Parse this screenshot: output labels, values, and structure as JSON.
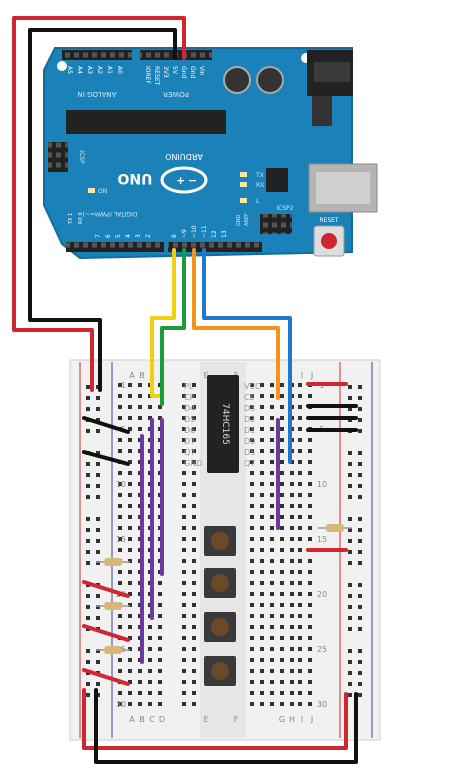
{
  "arduino": {
    "brand": "ARDUINO",
    "model": "UNO",
    "analog_header": "ANALOG IN",
    "power_header": "POWER",
    "digital_header": "DIGITAL (PWM=~)",
    "icsp_label": "ICSP",
    "icsp2_label": "ICSP2",
    "reset_label": "RESET",
    "tx_label": "TX",
    "rx_label": "RX",
    "l_label": "L",
    "on_label": "ON",
    "aref_label": "AREF",
    "gnd_label": "GND",
    "power_pins": [
      "Vin",
      "Gnd",
      "Gnd",
      "5V",
      "3V3",
      "RESET",
      "IOREF"
    ],
    "analog_pins": [
      "A5",
      "A4",
      "A3",
      "A2",
      "A1",
      "A0"
    ],
    "digital_pins_left": [
      "TX 1",
      "RX 0"
    ],
    "digital_pins_low": [
      "7",
      "6",
      "5",
      "4",
      "3",
      "2"
    ],
    "digital_pins_high": [
      "8",
      "~9",
      "~10",
      "~11",
      "12",
      "13"
    ]
  },
  "chip": {
    "label": "74HC165"
  },
  "chip_pins_left": [
    "PL",
    "CP",
    "D4",
    "D5",
    "D6",
    "D7",
    "Q7",
    "GND"
  ],
  "chip_pins_right": [
    "VCC",
    "CE",
    "D3",
    "D2",
    "D1",
    "D0",
    "DS",
    "Q7"
  ],
  "breadboard": {
    "col_labels_left_top": [
      "A",
      "B"
    ],
    "col_labels_mid_top": [
      "E",
      "F"
    ],
    "col_labels_right_top": [
      "I",
      "J"
    ],
    "col_labels_left_bottom": [
      "A",
      "B",
      "C",
      "D"
    ],
    "col_labels_mid_bottom": [
      "E",
      "F"
    ],
    "col_labels_right_bottom": [
      "G",
      "H",
      "I",
      "J"
    ],
    "row_numbers": [
      "1",
      "5",
      "10",
      "15",
      "20",
      "25",
      "30"
    ]
  },
  "wire_colors": {
    "red": "#d0262f",
    "black": "#111111",
    "yellow": "#f3cf12",
    "green": "#1d9a3a",
    "orange": "#f0941b",
    "blue": "#1f78c8",
    "purple": "#6a3aa0"
  },
  "board_color": "#1a82b8"
}
